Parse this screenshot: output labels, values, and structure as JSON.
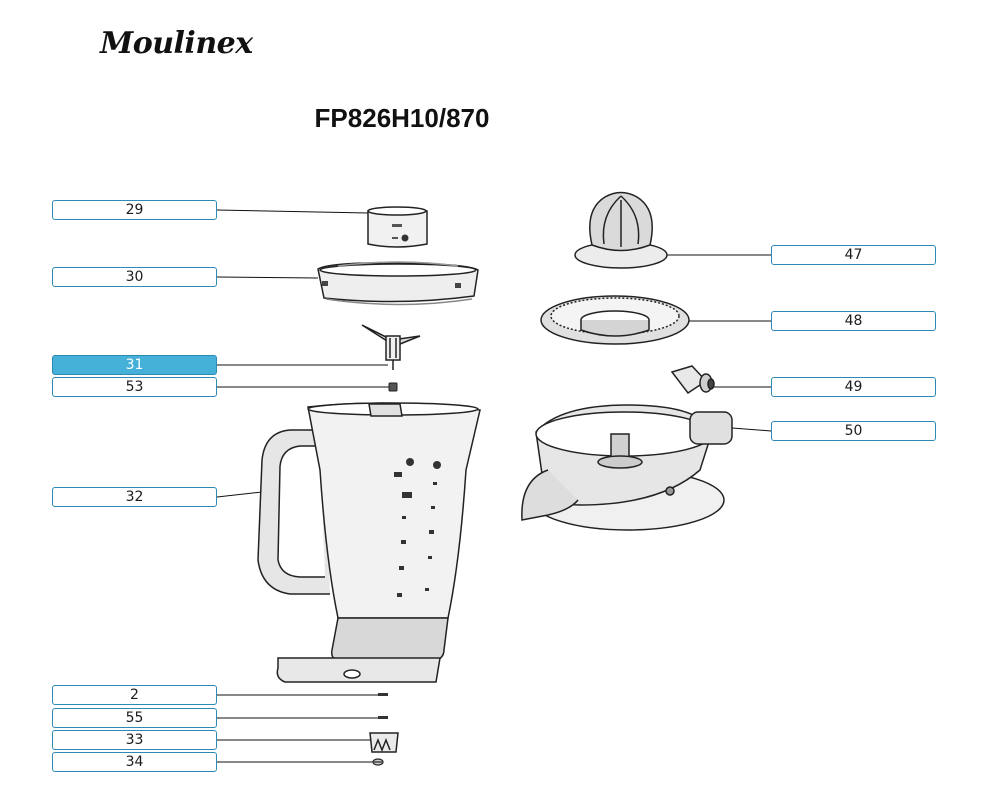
{
  "brand": "Moulinex",
  "model": "FP826H10/870",
  "accent_color": "#45b1d9",
  "parts_left": [
    {
      "number": "29"
    },
    {
      "number": "30"
    },
    {
      "number": "31",
      "selected": true
    },
    {
      "number": "53"
    },
    {
      "number": "32"
    },
    {
      "number": "2"
    },
    {
      "number": "55"
    },
    {
      "number": "33"
    },
    {
      "number": "34"
    }
  ],
  "parts_right": [
    {
      "number": "47"
    },
    {
      "number": "48"
    },
    {
      "number": "49"
    },
    {
      "number": "50"
    }
  ]
}
